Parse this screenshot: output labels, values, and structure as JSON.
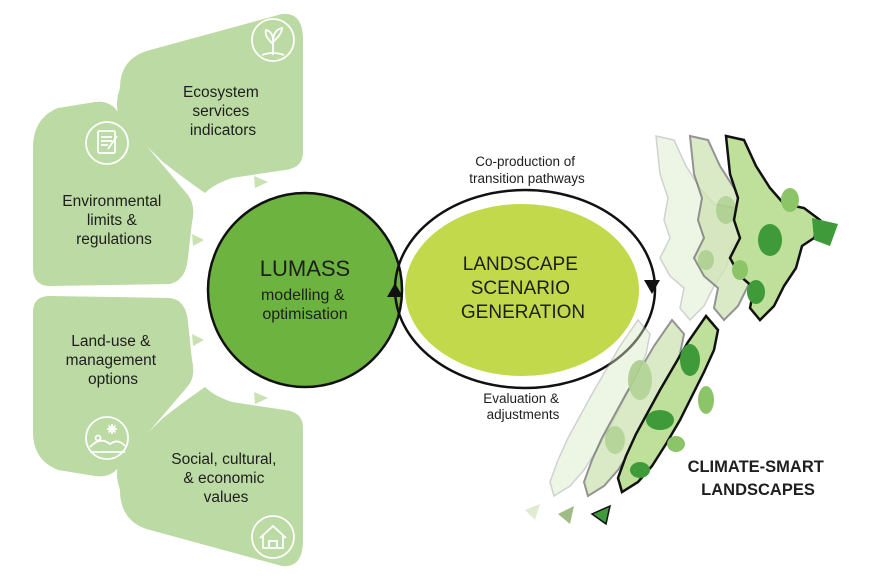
{
  "segments": [
    {
      "id": "ecosystem",
      "lines": [
        "Ecosystem",
        "services",
        "indicators"
      ],
      "icon": "sprout-icon"
    },
    {
      "id": "environmental",
      "lines": [
        "Environmental",
        "limits &",
        "regulations"
      ],
      "icon": "document-icon"
    },
    {
      "id": "landuse",
      "lines": [
        "Land-use &",
        "management",
        "options"
      ],
      "icon": "landscape-icon"
    },
    {
      "id": "social",
      "lines": [
        "Social, cultural,",
        "& economic",
        "values"
      ],
      "icon": "house-icon"
    }
  ],
  "lumass": {
    "title": "LUMASS",
    "subtitle": [
      "modelling &",
      "optimisation"
    ]
  },
  "scenario": {
    "lines": [
      "LANDSCAPE",
      "SCENARIO",
      "GENERATION"
    ]
  },
  "cycle": {
    "top": [
      "Co-production of",
      "transition pathways"
    ],
    "bottom": [
      "Evaluation &",
      "adjustments"
    ]
  },
  "result": {
    "lines": [
      "CLIMATE-SMART",
      "LANDSCAPES"
    ]
  },
  "colors": {
    "segment_fill": "#bcdaa3",
    "lumass_fill": "#6db33f",
    "scenario_fill": "#c2d94c",
    "arrow_small": "#c8e2b2",
    "outline": "#111111"
  }
}
